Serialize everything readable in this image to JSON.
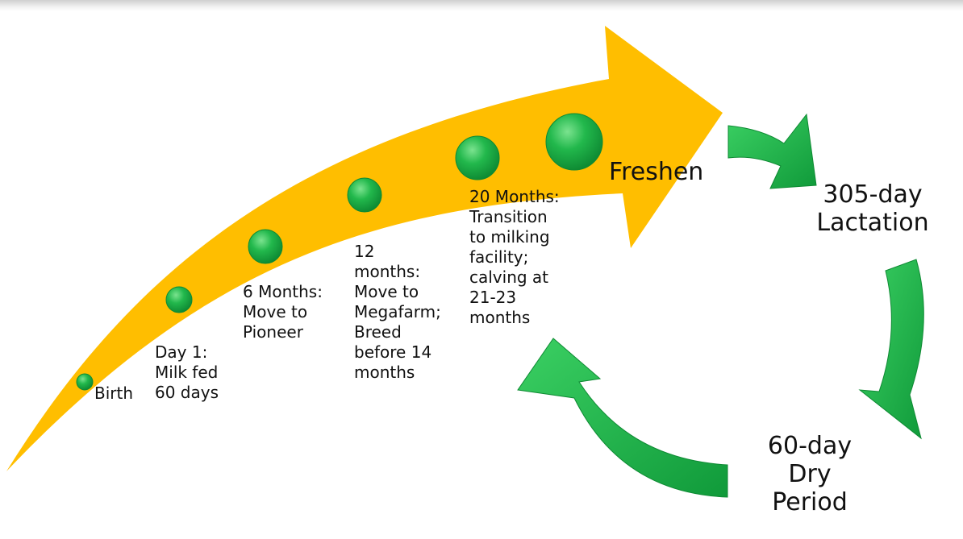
{
  "colors": {
    "arrow_fill": "#FFBE00",
    "dot_fill": "#1FB54A",
    "cycle_arrow_fill": "#19B64B"
  },
  "milestones": [
    {
      "label": "Birth"
    },
    {
      "label": "Day 1:\nMilk fed\n60 days"
    },
    {
      "label": "6 Months:\nMove to\nPioneer"
    },
    {
      "label": "12\nmonths:\nMove to\nMegafarm;\nBreed\nbefore 14\nmonths"
    },
    {
      "label": "20 Months:\nTransition\nto milking\nfacility;\ncalving at\n21-23\nmonths"
    }
  ],
  "freshen": "Freshen",
  "cycle": {
    "lactation": "305-day\nLactation",
    "dry_period": "60-day\nDry\nPeriod"
  }
}
